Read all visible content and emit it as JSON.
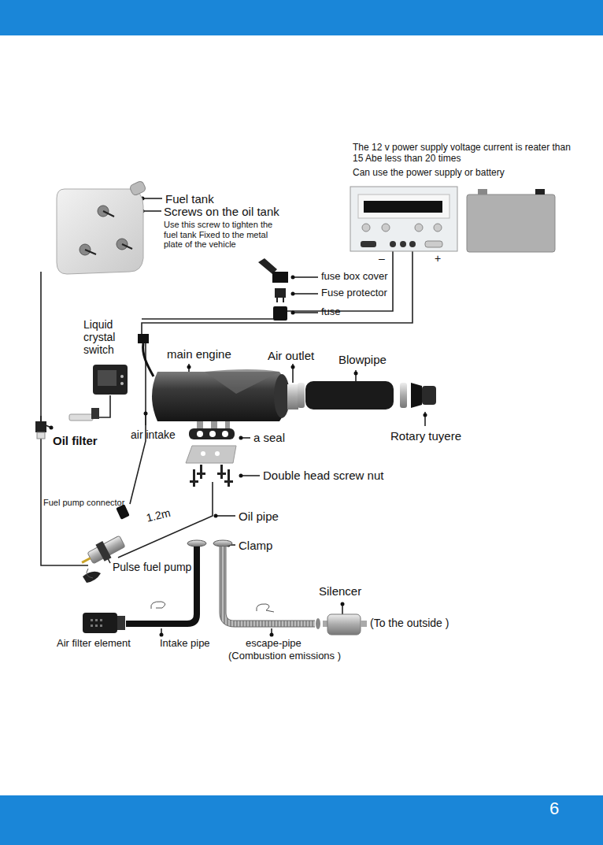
{
  "diagram": {
    "labels": [
      "The 12 v power supply voltage current is reater than 15 Abe less than 20 times",
      "Can use the power supply or battery",
      "Fuel tank",
      "Screws on the oil tank",
      "Use this screw to tighten the fuel tank Fixed to the metal plate of the vehicle",
      "–",
      "+",
      "fuse box cover",
      "Fuse protector",
      "fuse",
      "Liquid crystal switch",
      "main engine",
      "Air outlet",
      "Blowpipe",
      "Oil filter",
      "air intake",
      "a seal",
      "Rotary tuyere",
      "Double head screw nut",
      "Fuel pump connector",
      "1.2m",
      "Oil pipe",
      "Clamp",
      "Pulse fuel pump",
      "Silencer",
      "(To the outside )",
      "Air filter element",
      "Intake pipe",
      "escape-pipe",
      "(Combustion emissions )",
      "6"
    ]
  }
}
